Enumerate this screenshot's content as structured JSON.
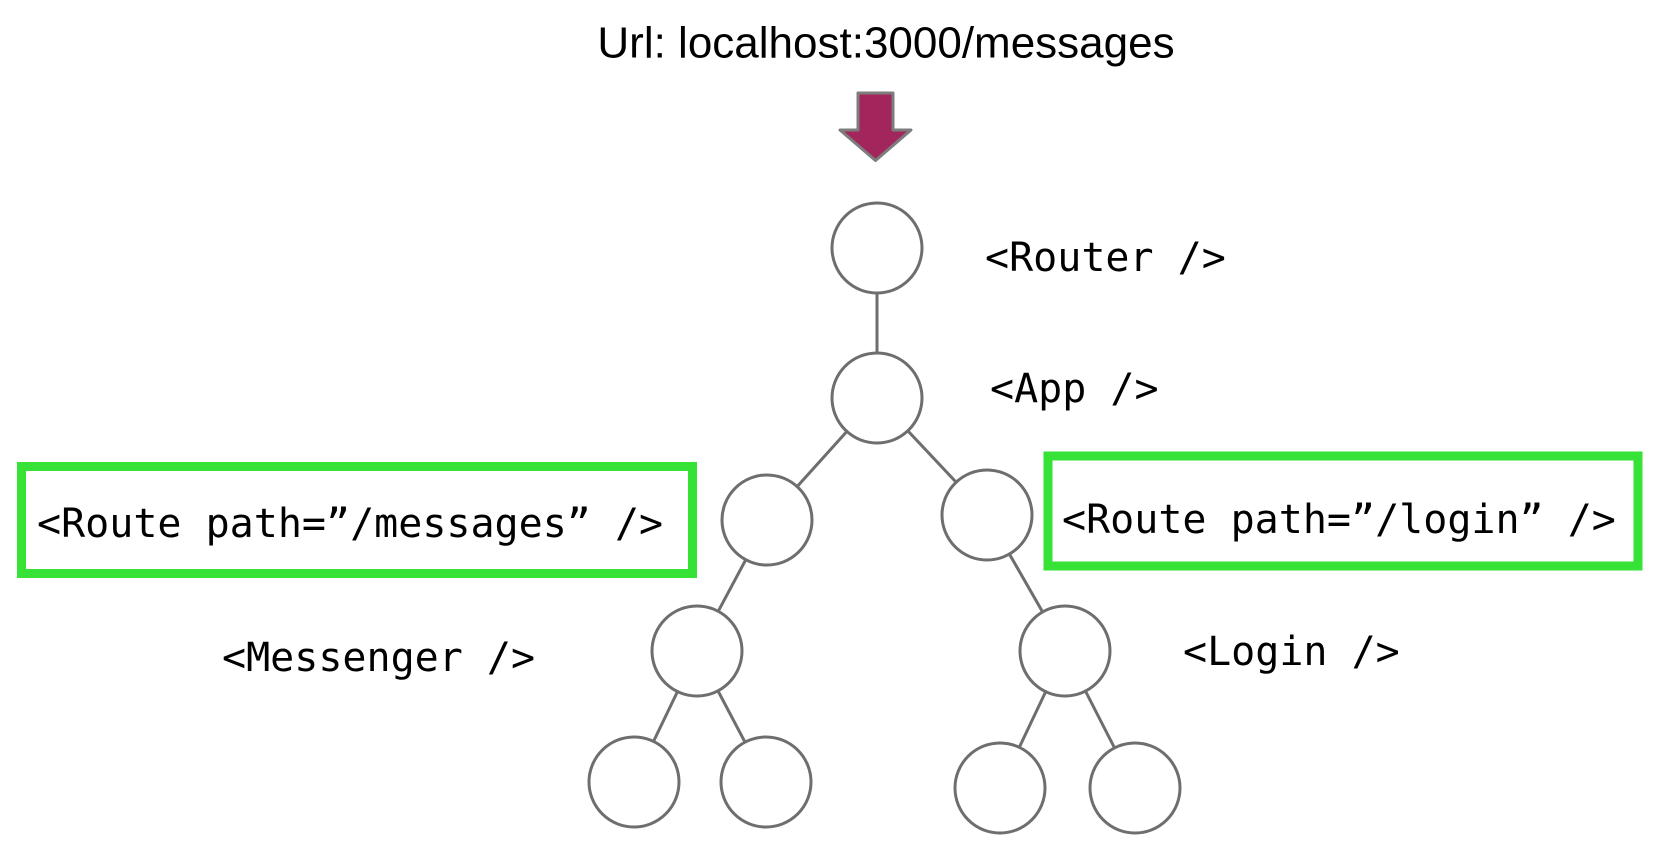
{
  "title": "Url: localhost:3000/messages",
  "labels": {
    "router": "<Router />",
    "app": "<App />",
    "route_messages": "<Route path=”/messages” />",
    "route_login": "<Route path=”/login” />",
    "messenger": "<Messenger />",
    "login": "<Login />"
  },
  "icons": {
    "down_arrow": "down-arrow-icon"
  },
  "colors": {
    "background": "#ffffff",
    "text": "#000000",
    "node_stroke": "#6e6e6e",
    "edge_stroke": "#6e6e6e",
    "highlight_green": "#35e235",
    "arrow_fill": "#a2255c",
    "arrow_stroke": "#7d7d7d"
  },
  "tree": {
    "nodes": [
      {
        "id": "router",
        "label": "<Router />",
        "highlighted": false,
        "children": [
          "app"
        ]
      },
      {
        "id": "app",
        "label": "<App />",
        "highlighted": false,
        "children": [
          "route-messages",
          "route-login"
        ]
      },
      {
        "id": "route-messages",
        "label": "<Route path=”/messages” />",
        "highlighted": true,
        "children": [
          "messenger"
        ]
      },
      {
        "id": "route-login",
        "label": "<Route path=”/login” />",
        "highlighted": true,
        "children": [
          "login"
        ]
      },
      {
        "id": "messenger",
        "label": "<Messenger />",
        "highlighted": false,
        "children": [
          "messenger-child-1",
          "messenger-child-2"
        ]
      },
      {
        "id": "login",
        "label": "<Login />",
        "highlighted": false,
        "children": [
          "login-child-1",
          "login-child-2"
        ]
      },
      {
        "id": "messenger-child-1",
        "label": "",
        "highlighted": false,
        "children": []
      },
      {
        "id": "messenger-child-2",
        "label": "",
        "highlighted": false,
        "children": []
      },
      {
        "id": "login-child-1",
        "label": "",
        "highlighted": false,
        "children": []
      },
      {
        "id": "login-child-2",
        "label": "",
        "highlighted": false,
        "children": []
      }
    ]
  }
}
